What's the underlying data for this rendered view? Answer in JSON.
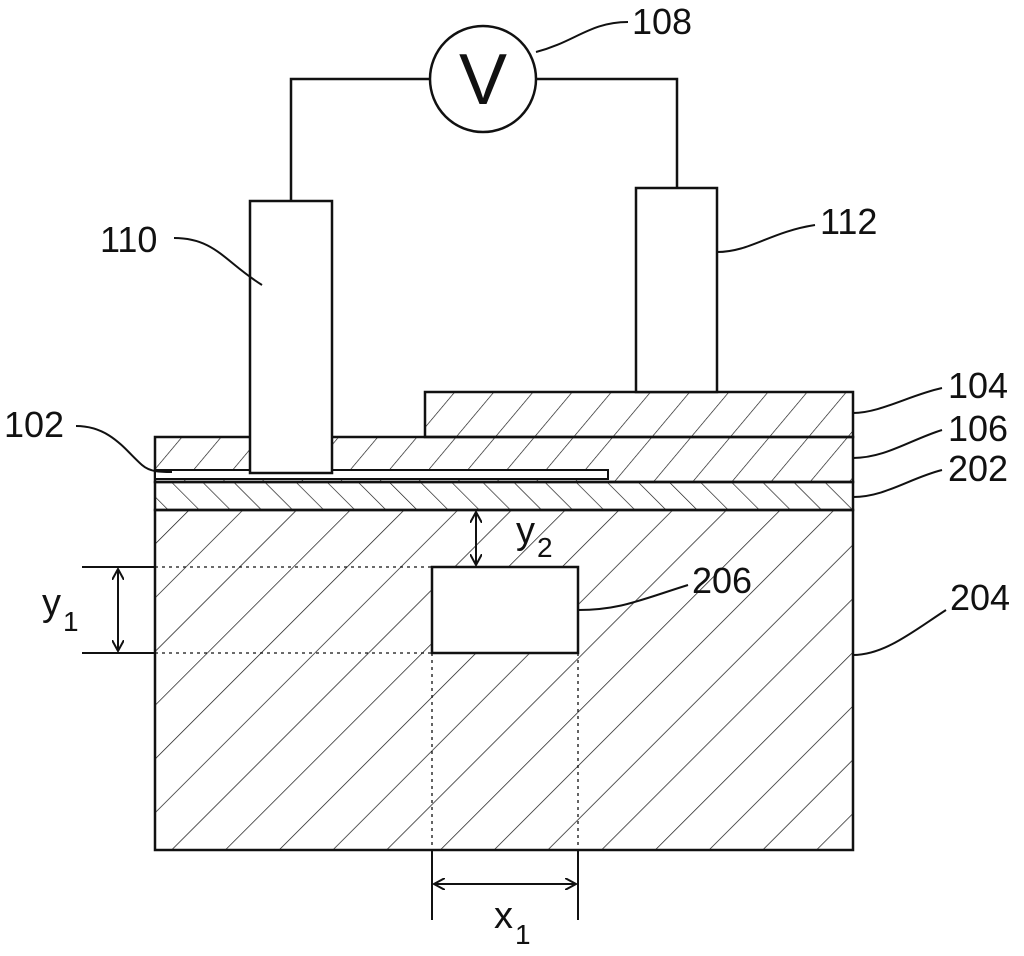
{
  "figure": {
    "voltmeter": {
      "symbol": "V",
      "ref": "108"
    },
    "probes": {
      "left_ref": "110",
      "right_ref": "112"
    },
    "layers": {
      "thin_layer_ref": "102",
      "top_layer_ref": "104",
      "middle_layer_ref": "106",
      "lower_layer_ref": "202",
      "substrate_ref": "204"
    },
    "defect_ref": "206",
    "dimensions": {
      "y1": {
        "base": "y",
        "sub": "1"
      },
      "y2": {
        "base": "y",
        "sub": "2"
      },
      "x1": {
        "base": "x",
        "sub": "1"
      }
    }
  },
  "colors": {
    "line": "#111111",
    "background": "#ffffff"
  }
}
